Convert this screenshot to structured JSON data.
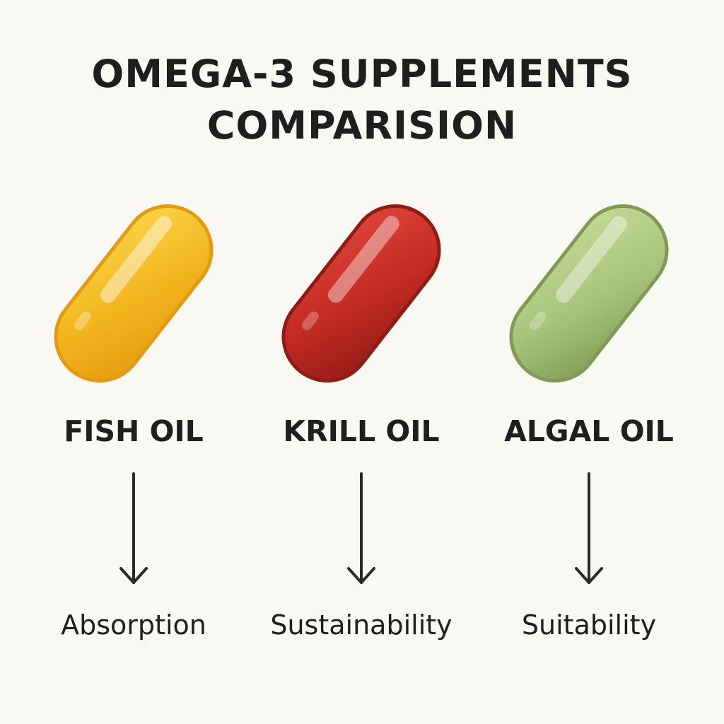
{
  "title": {
    "line1": "OMEGA-3 SUPPLEMENTS",
    "line2": "COMPARISION"
  },
  "columns": [
    {
      "name": "FISH OIL",
      "attribute": "Absorption",
      "capsule_colors": {
        "fill": "#f2b51d",
        "light": "#fbd54a",
        "edge": "#e39a10"
      }
    },
    {
      "name": "KRILL OIL",
      "attribute": "Sustainability",
      "capsule_colors": {
        "fill": "#c22a22",
        "light": "#e0483c",
        "edge": "#8f1b16"
      }
    },
    {
      "name": "ALGAL OIL",
      "attribute": "Suitability",
      "capsule_colors": {
        "fill": "#a9c47a",
        "light": "#c6db97",
        "edge": "#7f9a55"
      }
    }
  ]
}
